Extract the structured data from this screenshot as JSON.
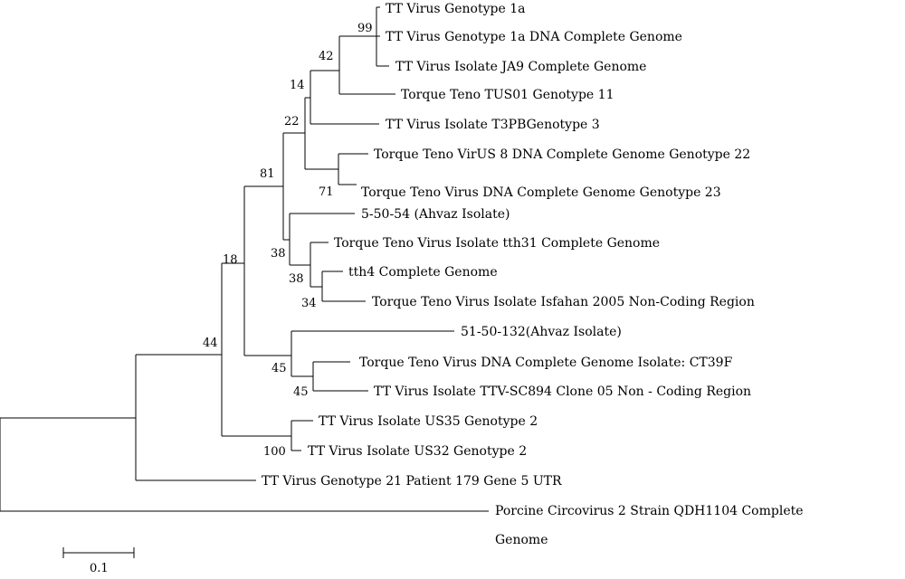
{
  "tree": {
    "taxa": {
      "t1": "TT Virus Genotype 1a",
      "t2": "TT Virus Genotype 1a DNA Complete Genome",
      "t3": "TT Virus Isolate JA9 Complete Genome",
      "t4": "Torque Teno TUS01 Genotype 11",
      "t5": "TT Virus Isolate T3PBGenotype 3",
      "t6": "Torque Teno VirUS 8 DNA Complete Genome Genotype 22",
      "t7": "Torque Teno Virus DNA Complete Genome Genotype 23",
      "t8": "5-50-54 (Ahvaz Isolate)",
      "t9": "Torque Teno Virus Isolate tth31 Complete Genome",
      "t10": "tth4 Complete Genome",
      "t11": "Torque Teno Virus Isolate Isfahan 2005 Non-Coding Region",
      "t12": "51-50-132(Ahvaz Isolate)",
      "t13": "Torque Teno Virus DNA Complete Genome Isolate: CT39F",
      "t14": "TT Virus Isolate TTV-SC894 Clone 05 Non - Coding Region",
      "t15": "TT Virus Isolate US35 Genotype 2",
      "t16": "TT Virus Isolate US32 Genotype 2",
      "t17": "TT Virus Genotype 21 Patient 179 Gene 5 UTR",
      "t18a": "Porcine Circovirus 2 Strain QDH1104 Complete",
      "t18b": "Genome"
    },
    "bootstrap": {
      "b99": "99",
      "b42": "42",
      "b14": "14",
      "b22": "22",
      "b81": "81",
      "b71": "71",
      "b38a": "38",
      "b38b": "38",
      "b34": "34",
      "b18": "18",
      "b44": "44",
      "b45a": "45",
      "b45b": "45",
      "b100": "100"
    },
    "scale_bar": {
      "label": "0.1"
    }
  }
}
